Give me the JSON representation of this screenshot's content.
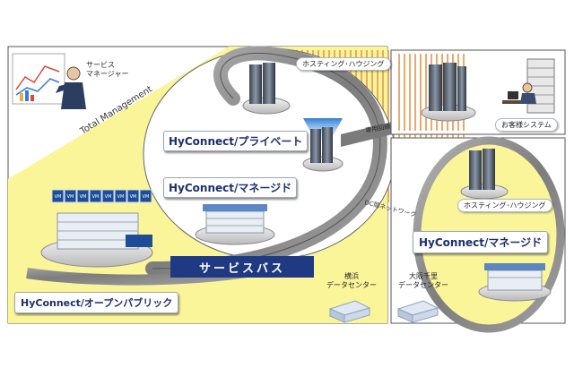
{
  "labels": {
    "service_manager": [
      "サービス",
      "マネージャー"
    ],
    "total_management": "Total Management",
    "hosting_housing_top": "ホスティング･ハウジング",
    "dedicated_line": "専用回線",
    "customer_system": "お客様システム",
    "hyconnect_private": "HyConnect/プライベート",
    "hyconnect_managed_center": "HyConnect/マネージド",
    "dc_network": "DC間ネットワーク",
    "hosting_housing_right": "ホスティング･ハウジング",
    "hyconnect_managed_right": "HyConnect/マネージド",
    "service_bus": "サービスバス",
    "yokohama_dc": [
      "横浜",
      "データセンター"
    ],
    "osaka_dc": [
      "大阪千里",
      "データセンター"
    ],
    "hyconnect_open_public": "HyConnect/オープンパブリック",
    "vm": "VM"
  },
  "colors": {
    "yellow_fill": "#fbf59a",
    "hyconnect_text": "#1c2f6e",
    "service_bus_bg": "#1f3a83",
    "ring_gray": "#8c8c8c",
    "orange_stripes": "#e9a15a",
    "vm_blue": "#1d4d95"
  }
}
